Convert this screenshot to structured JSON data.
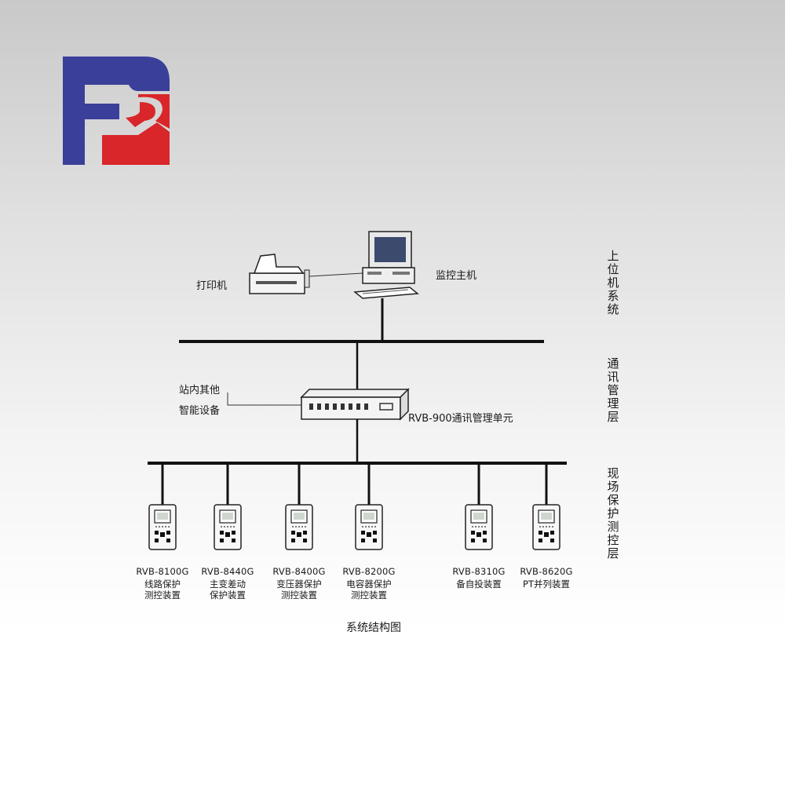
{
  "logo": {
    "name": "logo",
    "colors": {
      "blue": "#3a3f9a",
      "red": "#d9262a"
    }
  },
  "top_layer": {
    "printer_label": "打印机",
    "host_label": "监控主机"
  },
  "comm_layer": {
    "other_devices_line1": "站内其他",
    "other_devices_line2": "智能设备",
    "manager_label": "RVB-900通讯管理单元"
  },
  "layers": {
    "upper": "上位机系统",
    "comm": "通讯管理层",
    "field": "现场保护测控层"
  },
  "devices": [
    {
      "model": "RVB-8100G",
      "name": "线路保护\n测控装置"
    },
    {
      "model": "RVB-8440G",
      "name": "主变差动\n保护装置"
    },
    {
      "model": "RVB-8400G",
      "name": "变压器保护\n测控装置"
    },
    {
      "model": "RVB-8200G",
      "name": "电容器保护\n测控装置"
    },
    {
      "model": "RVB-8310G",
      "name": "备自投装置"
    },
    {
      "model": "RVB-8620G",
      "name": "PT并列装置"
    }
  ],
  "caption": "系统结构图"
}
